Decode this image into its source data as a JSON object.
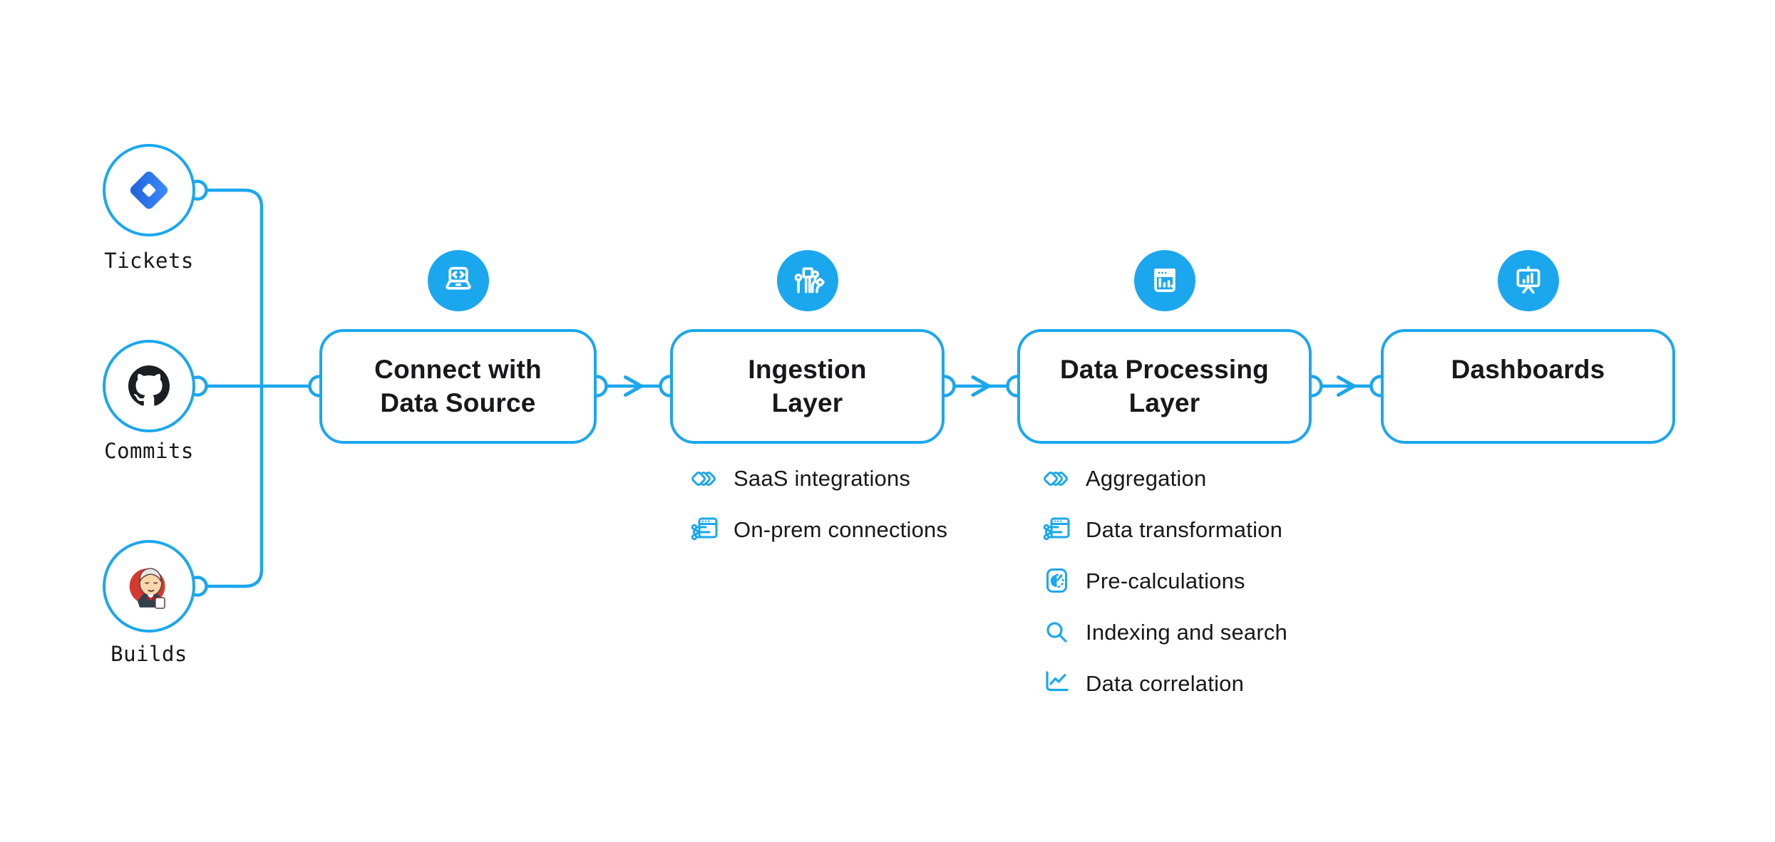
{
  "diagram": {
    "colors": {
      "accent": "#1BA7EE",
      "text": "#17171c",
      "jira_blue": "#2684FF",
      "github_black": "#1B1F23",
      "jenkins_red": "#D33A32"
    },
    "sources": [
      {
        "label": "Tickets",
        "icon": "jira-icon"
      },
      {
        "label": "Commits",
        "icon": "github-icon"
      },
      {
        "label": "Builds",
        "icon": "jenkins-icon"
      }
    ],
    "stages": [
      {
        "icon": "laptop-code-icon",
        "title_lines": [
          "Connect with",
          "Data Source"
        ],
        "items": []
      },
      {
        "icon": "ingestion-circuit-icon",
        "title_lines": [
          "Ingestion",
          "Layer"
        ],
        "items": [
          {
            "icon": "stacked-diamonds-icon",
            "label": "SaaS integrations"
          },
          {
            "icon": "window-sliders-icon",
            "label": "On-prem connections"
          }
        ]
      },
      {
        "icon": "window-bar-chart-icon",
        "title_lines": [
          "Data Processing",
          "Layer"
        ],
        "items": [
          {
            "icon": "stacked-diamonds-icon",
            "label": "Aggregation"
          },
          {
            "icon": "window-sliders-icon",
            "label": "Data transformation"
          },
          {
            "icon": "gauge-icon",
            "label": "Pre-calculations"
          },
          {
            "icon": "search-icon",
            "label": "Indexing and search"
          },
          {
            "icon": "line-chart-icon",
            "label": "Data correlation"
          }
        ]
      },
      {
        "icon": "presentation-chart-icon",
        "title_lines": [
          "Dashboards"
        ],
        "items": []
      }
    ]
  }
}
